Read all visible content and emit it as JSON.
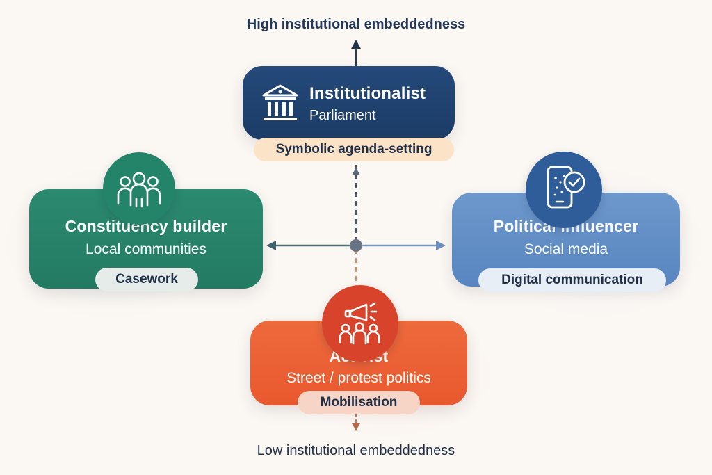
{
  "axis": {
    "top_label": "High institutional embeddedness",
    "bottom_label": "Low institutional embeddedness"
  },
  "quadrants": {
    "institutionalist": {
      "title": "Institutionalist",
      "subtitle": "Parliament",
      "tag": "Symbolic agenda-setting",
      "icon": "parliament-building-icon",
      "color": "#1f426f"
    },
    "constituency": {
      "title": "Constituency builder",
      "subtitle": "Local communities",
      "tag": "Casework",
      "icon": "community-people-icon",
      "color": "#268267"
    },
    "influencer": {
      "title": "Political influencer",
      "subtitle": "Social media",
      "tag": "Digital communication",
      "icon": "smartphone-icon",
      "color": "#5f8cc4"
    },
    "activist": {
      "title": "Activist",
      "subtitle": "Street / protest politics",
      "tag": "Mobilisation",
      "icon": "megaphone-crowd-icon",
      "color": "#e95f33"
    }
  }
}
